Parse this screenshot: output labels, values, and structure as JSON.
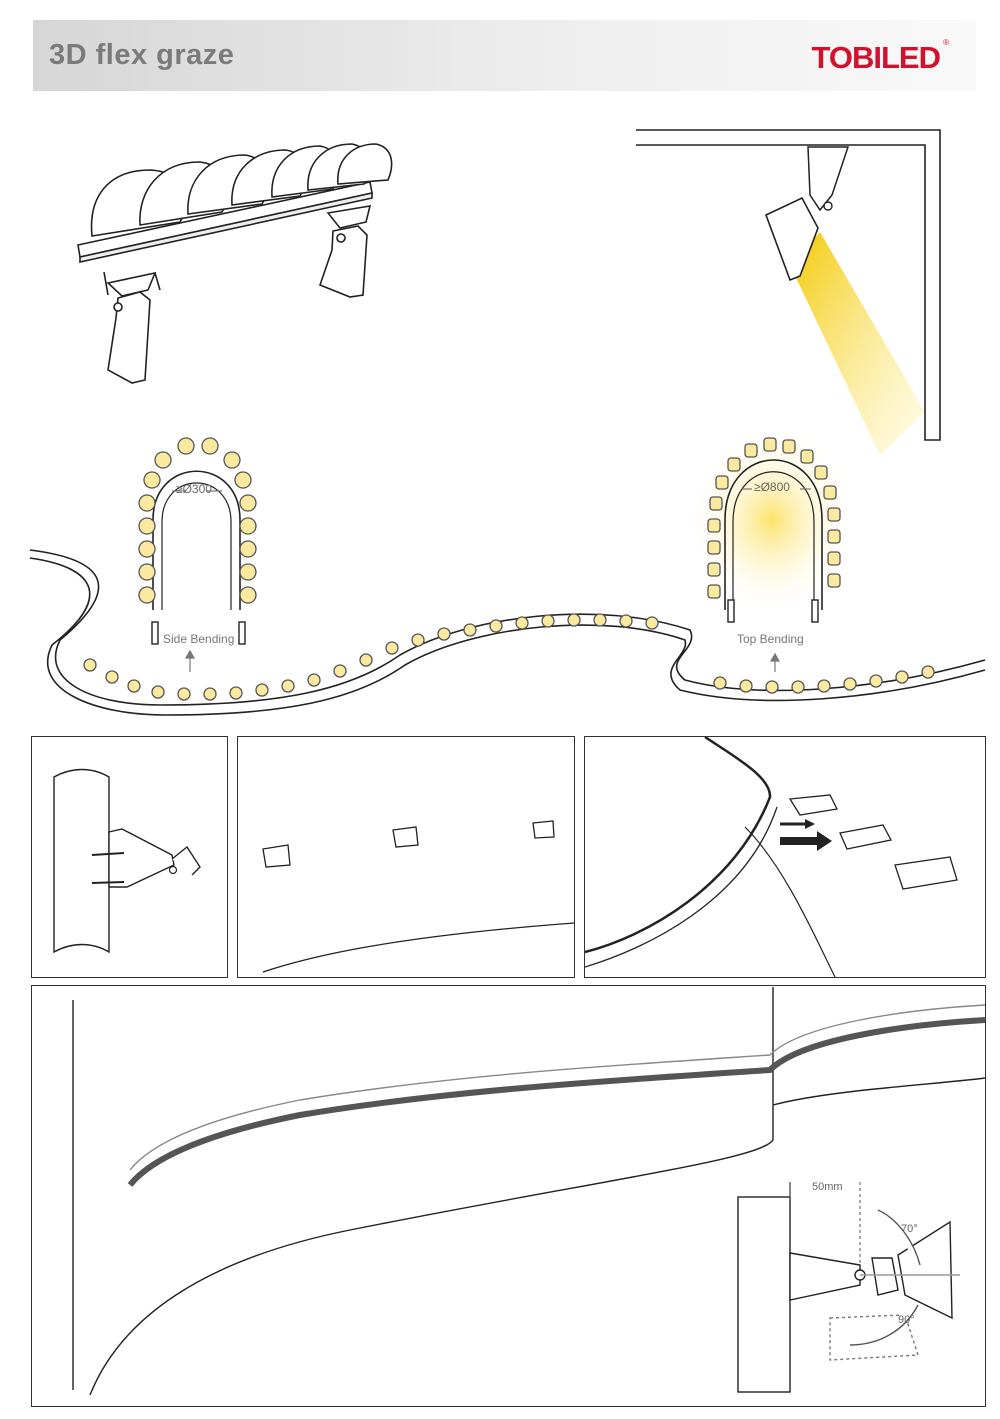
{
  "header": {
    "title": "3D flex graze",
    "brand": "TOBILED",
    "brand_mark": "®"
  },
  "bending": {
    "side": {
      "diameter": "≥Ø300",
      "label": "Side Bending"
    },
    "top": {
      "diameter": "≥Ø800",
      "label": "Top Bending"
    }
  },
  "install": {
    "offset": "50mm",
    "angle_tilt": "70°",
    "angle_rotate": "90°"
  },
  "colors": {
    "title_gray": "#7a7a7a",
    "brand_red": "#d0122e",
    "beam_yellow": "#f5d21a",
    "led_yellow": "#fbe9a0"
  }
}
